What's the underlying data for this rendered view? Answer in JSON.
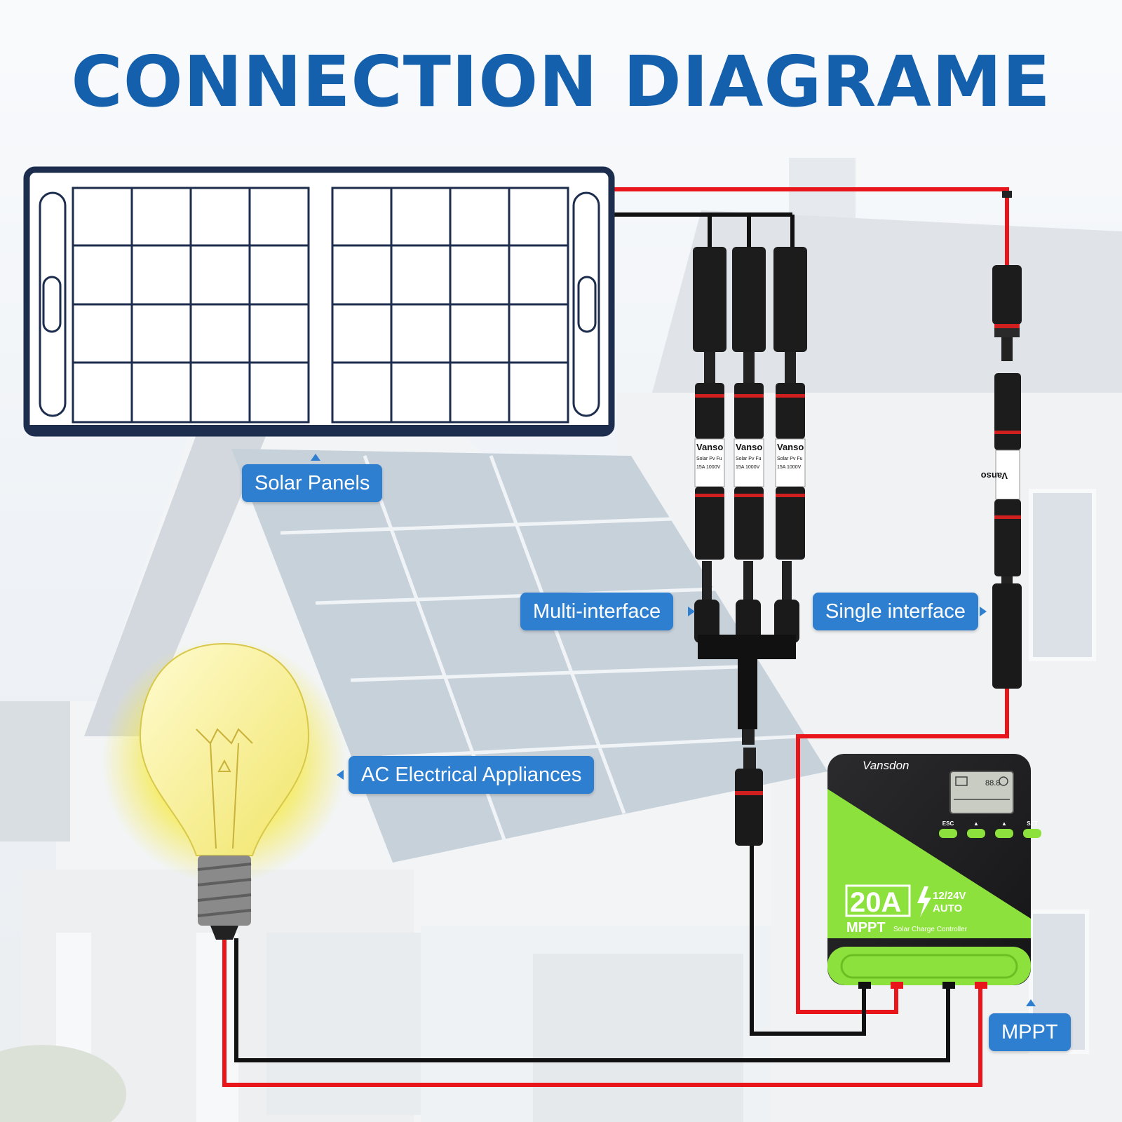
{
  "title": "CONNECTION DIAGRAME",
  "labels": {
    "solar_panels": "Solar Panels",
    "multi_interface": "Multi-interface",
    "single_interface": "Single interface",
    "ac_appliances": "AC Electrical Appliances",
    "mppt": "MPPT"
  },
  "fuse": {
    "brand": "Vanso",
    "line1": "Solar Pv Fu",
    "line2": "15A 1000V"
  },
  "controller": {
    "brand": "Vansdon",
    "rating": "20A",
    "voltage": "12/24V",
    "mode": "AUTO",
    "type": "MPPT",
    "subtitle": "Solar Charge Controller",
    "lcd_value": "88.8",
    "buttons": [
      "ESC",
      "▲",
      "▲",
      "SET"
    ]
  },
  "colors": {
    "title": "#1560ad",
    "label_bg": "#2f7fd1",
    "positive_wire": "#e8161b",
    "negative_wire": "#111111",
    "controller_green": "#8de13c"
  }
}
